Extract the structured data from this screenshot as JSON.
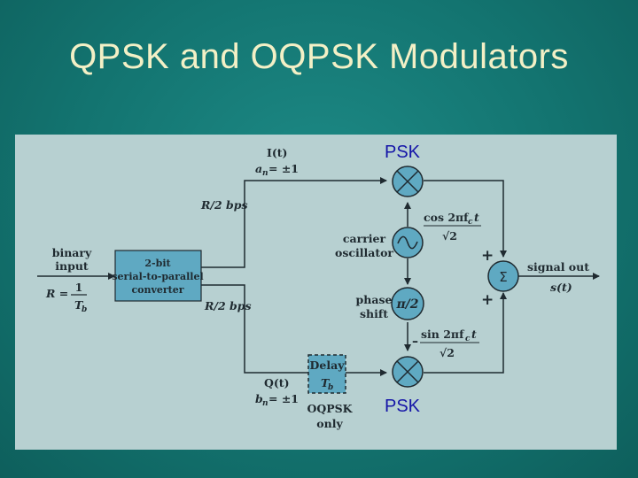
{
  "title": "QPSK and OQPSK Modulators",
  "psk_top": "PSK",
  "psk_bottom": "PSK",
  "binary_input": [
    "binary",
    "input"
  ],
  "rate_r": "R =",
  "rate_num": "1",
  "rate_den": "T",
  "rate_den_sub": "b",
  "converter": [
    "2-bit",
    "serial-to-parallel",
    "converter"
  ],
  "rate_upper": "R/2 bps",
  "rate_lower": "R/2 bps",
  "i_label": "I(t)",
  "i_an": "a",
  "i_an_sub": "n",
  "i_an_val": "= ±1",
  "q_label": "Q(t)",
  "q_bn": "b",
  "q_bn_sub": "n",
  "q_bn_val": "= ±1",
  "carrier_osc": [
    "carrier",
    "oscillator"
  ],
  "phase_shift": [
    "phase",
    "shift"
  ],
  "phase_symbol": "π/2",
  "cos_term": "cos 2πf",
  "cos_sub": "c",
  "cos_t": "t",
  "sin_term": "sin 2πf",
  "sin_sub": "c",
  "sin_t": "t",
  "sqrt_label": "√2",
  "minus_sign": "–",
  "plus_top": "+",
  "plus_bottom": "+",
  "sigma": "Σ",
  "signal_out": "signal out",
  "signal_st": "s(t)",
  "delay": "Delay",
  "delay_t": "T",
  "delay_t_sub": "b",
  "oqpsk_only": [
    "OQPSK",
    "only"
  ],
  "colors": {
    "background": "#137470",
    "title": "#f3f0c6",
    "panel": "#b7d0d1",
    "block_fill": "#5fa9c2",
    "line": "#1f2a30",
    "psk_text": "#1515a8"
  }
}
